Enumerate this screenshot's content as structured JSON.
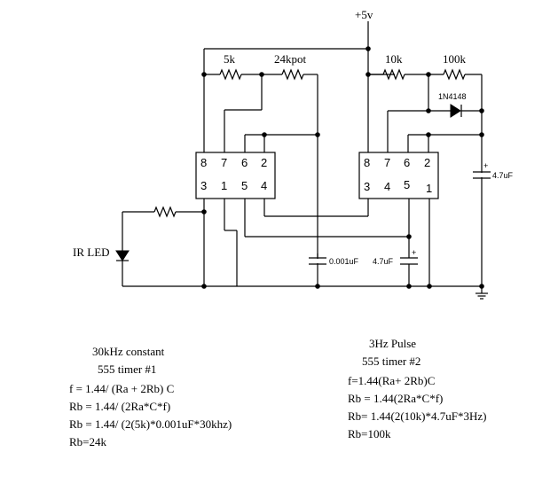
{
  "supply_label": "+5v",
  "resistors": {
    "r_5k": "5k",
    "r_24kpot": "24kpot",
    "r_10k": "10k",
    "r_100k": "100k"
  },
  "diode_label": "1N4148",
  "led_label": "IR LED",
  "capacitors": {
    "c_timer1": "0.001uF",
    "c_timer2_top": "4.7uF",
    "c_timer2_bottom": "4.7uF"
  },
  "chip1_pins": {
    "top": [
      "8",
      "7",
      "6",
      "2"
    ],
    "bottom": [
      "3",
      "1",
      "5",
      "4"
    ]
  },
  "chip2_pins": {
    "top": [
      "8",
      "7",
      "6",
      "2"
    ],
    "bottom": [
      "3",
      "4",
      "5",
      "1"
    ]
  },
  "notes_left": {
    "title": "30kHz constant",
    "subtitle": "555 timer #1",
    "lines": [
      "f = 1.44/ (Ra + 2Rb) C",
      "Rb = 1.44/ (2Ra*C*f)",
      "Rb = 1.44/ (2(5k)*0.001uF*30khz)",
      "Rb=24k"
    ]
  },
  "notes_right": {
    "title": "3Hz Pulse",
    "subtitle": "555 timer #2",
    "lines": [
      "f=1.44(Ra+ 2Rb)C",
      "Rb = 1.44(2Ra*C*f)",
      "Rb= 1.44(2(10k)*4.7uF*3Hz)",
      "Rb=100k"
    ]
  }
}
